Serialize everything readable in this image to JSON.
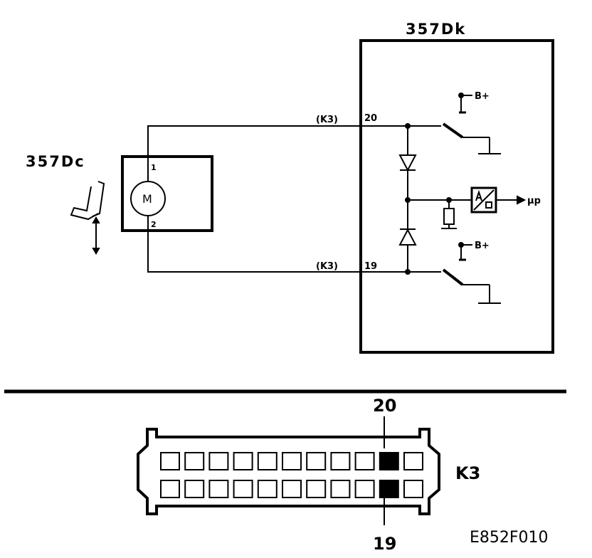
{
  "modules": {
    "control_unit": {
      "label": "357Dk"
    },
    "motor_unit": {
      "label": "357Dc",
      "motor_symbol": "M",
      "pin_top": "1",
      "pin_bottom": "2"
    }
  },
  "wires": {
    "top": {
      "connector": "(K3)",
      "pin": "20"
    },
    "bottom": {
      "connector": "(K3)",
      "pin": "19"
    }
  },
  "supplies": {
    "top": "B+",
    "bottom": "B+"
  },
  "output": {
    "label": "µp"
  },
  "connector": {
    "name": "K3",
    "pin_top": "20",
    "pin_bottom": "19",
    "rows": 2,
    "cavities_per_row": 11,
    "filled_cavity_column": 10
  },
  "figure_code": "E852F010",
  "icons": [
    "seat-icon",
    "motor-icon",
    "diode-icon",
    "resistor-icon",
    "ad-converter-icon",
    "ground-icon",
    "switch-icon"
  ],
  "colors": {
    "line": "#000000",
    "background": "#ffffff"
  }
}
